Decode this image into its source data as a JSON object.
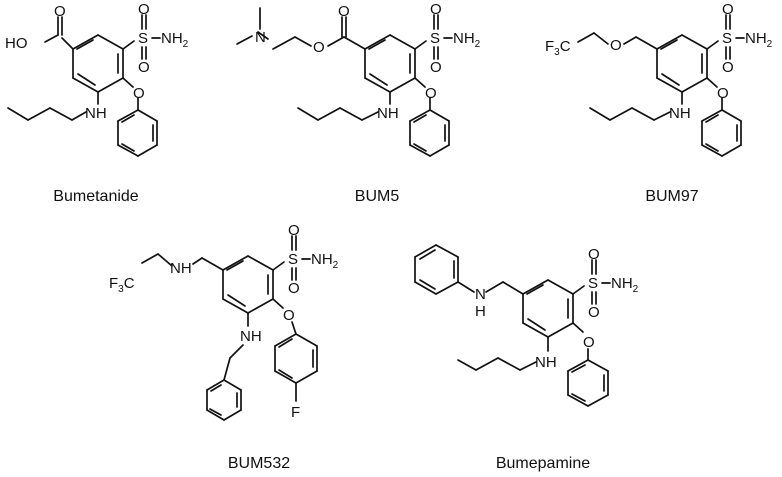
{
  "molecules": [
    {
      "name": "Bumetanide",
      "labels": {
        "acid_oh": "HO",
        "acid_o": "O",
        "s": "S",
        "so_top": "O",
        "so_bottom": "O",
        "nh2": "NH",
        "nh2_sub": "2",
        "ether_o": "O",
        "nh": "NH"
      }
    },
    {
      "name": "BUM5",
      "labels": {
        "amine_n": "N",
        "ester_o": "O",
        "carbonyl_o": "O",
        "s": "S",
        "so_top": "O",
        "so_bottom": "O",
        "nh2": "NH",
        "nh2_sub": "2",
        "ether_o": "O",
        "nh": "NH"
      }
    },
    {
      "name": "BUM97",
      "labels": {
        "cf3": "F",
        "cf3_sub": "3",
        "cf3_c": "C",
        "ether_o_chain": "O",
        "s": "S",
        "so_top": "O",
        "so_bottom": "O",
        "nh2": "NH",
        "nh2_sub": "2",
        "ether_o": "O",
        "nh": "NH"
      }
    },
    {
      "name": "BUM532",
      "labels": {
        "cf3": "F",
        "cf3_sub": "3",
        "cf3_c": "C",
        "amine_nh": "NH",
        "s": "S",
        "so_top": "O",
        "so_bottom": "O",
        "nh2": "NH",
        "nh2_sub": "2",
        "ether_o": "O",
        "nh": "NH",
        "fluoro": "F"
      }
    },
    {
      "name": "Bumepamine",
      "labels": {
        "amine_n": "N",
        "amine_h": "H",
        "s": "S",
        "so_top": "O",
        "so_bottom": "O",
        "nh2": "NH",
        "nh2_sub": "2",
        "ether_o": "O",
        "nh": "NH"
      }
    }
  ]
}
